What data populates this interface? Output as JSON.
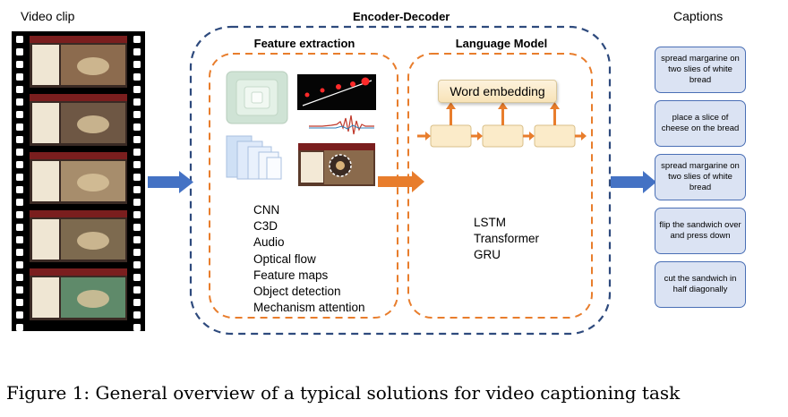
{
  "labels": {
    "video_clip": "Video clip",
    "encoder_decoder": "Encoder-Decoder",
    "feature_extraction": "Feature extraction",
    "language_model": "Language Model",
    "captions": "Captions",
    "word_embedding": "Word embedding"
  },
  "feature_methods": [
    "CNN",
    "C3D",
    "Audio",
    "Optical flow",
    "Feature maps",
    "Object detection",
    "Mechanism attention"
  ],
  "language_models": [
    "LSTM",
    "Transformer",
    "GRU"
  ],
  "captions": [
    "spread margarine on two slies of white bread",
    "place a slice of cheese on the bread",
    "spread margarine on two slies of white bread",
    "flip the sandwich over and press down",
    "cut the sandwich in half diagonally"
  ],
  "figure_caption": "Figure 1: General overview of a typical solutions for video captioning task",
  "colors": {
    "encoder_border": "#2e4a7d",
    "feature_border": "#e87d2c",
    "caption_fill": "#dbe3f3",
    "caption_border": "#4a6fb5",
    "blue_arrow": "#4472c4",
    "orange_arrow": "#e87d2c"
  }
}
